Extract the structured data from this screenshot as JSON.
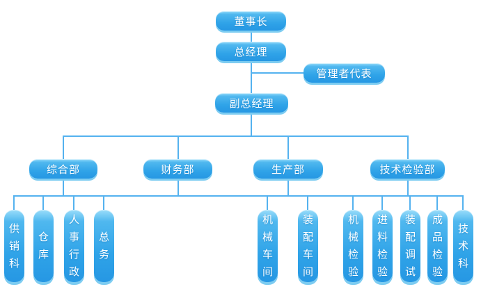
{
  "colors": {
    "node_gradient_top": "#9addfa",
    "node_gradient_mid": "#2fa3e8",
    "node_gradient_bottom": "#2697e3",
    "node_shadow_lip": "#7dccf1",
    "connector": "#54b2ef",
    "node_text": "#ffffff",
    "background": "#ffffff"
  },
  "org": {
    "chairman": {
      "label": "董事长"
    },
    "general_manager": {
      "label": "总经理"
    },
    "management_representative": {
      "label": "管理者代表"
    },
    "deputy_general_manager": {
      "label": "副总经理"
    },
    "departments": [
      {
        "label": "综合部",
        "children": [
          {
            "label": "供销科"
          },
          {
            "label": "仓库"
          },
          {
            "label": "人事行政"
          },
          {
            "label": "总务"
          }
        ]
      },
      {
        "label": "财务部",
        "children": []
      },
      {
        "label": "生产部",
        "children": [
          {
            "label": "机械车间"
          },
          {
            "label": "装配车间"
          }
        ]
      },
      {
        "label": "技术检验部",
        "children": [
          {
            "label": "机械检验"
          },
          {
            "label": "进料检验"
          },
          {
            "label": "装配调试"
          },
          {
            "label": "成品检验"
          },
          {
            "label": "技术科"
          }
        ]
      }
    ]
  }
}
